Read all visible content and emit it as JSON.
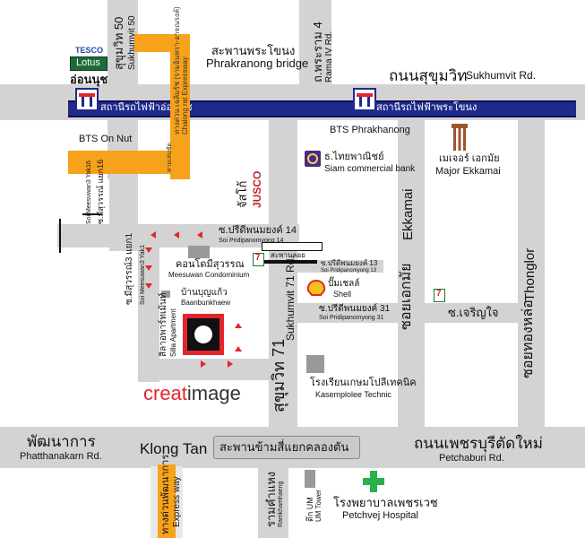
{
  "brand": {
    "tesco": "TESCO",
    "lotus": "Lotus",
    "onnut_th": "อ่อนนุช"
  },
  "roads": {
    "sukhumvit50_th": "สุขุมวิท 50",
    "sukhumvit50_en": "Sukhumvit 50",
    "rama4_th": "ถ.พระราม 4",
    "rama4_en": "Rama IV Rd.",
    "sukhumvit_rd_th": "ถนนสุขุมวิท",
    "sukhumvit_rd_en": "Sukhumvit Rd.",
    "meesuwan_th": "ซ.มีสุวรรณ์ แยก16",
    "meesuwan_en": "Soi Meesuwan3 Yak16",
    "meesuwan1_th": "ซ.มีสุวรรณ์3 แยก1",
    "meesuwan1_en": "Soi Meesuwan3 Yak1",
    "pridi14_th": "ซ.ปรีดีพนมยงค์ 14",
    "pridi14_en": "Soi Pridipanomyong 14",
    "pridi13_th": "ซ.ปรีดีพนมยงค์ 13",
    "pridi13_en": "Soi Pridipanomyong 13",
    "pridi31_th": "ซ.ปรีดีพนมยงค์ 31",
    "pridi31_en": "Soi Pridipanomyong 31",
    "sukhumvit71_th": "สุขุมวิท 71",
    "sukhumvit71_en": "Sukhumvit 71 Rd.",
    "ekkamai_th": "ซอยเอกมัย",
    "ekkamai_en": "Ekkamai",
    "thonglor_th": "ซอยทองหล่อ",
    "thonglor_en": "Thonglor",
    "charoenjai_th": "ซ.เจริญใจ",
    "phatthanakarn_th": "พัฒนาการ",
    "phatthanakarn_en": "Phatthanakarn Rd.",
    "klongtan_en": "Klong Tan",
    "klongtan_bridge_th": "สะพานข้ามสี่แยกคลองตัน",
    "petchaburi_th": "ถนนเพชรบุรีตัดใหม่",
    "petchaburi_en": "Petchaburi Rd.",
    "ramkhamhaeng_th": "รามคำแหง",
    "ramkhamhaeng_en": "Ramkhamhaeng",
    "express_th": "ทางด่วนพัฒนาการ",
    "express_en": "Express way",
    "chalong_th": "ทางด่วน เฉลิมรัช (รามอินทรา-อาจณรงค์)",
    "chalong_en": "Chalong rat Expressway",
    "rampa_th": "สายเล่นชัด"
  },
  "places": {
    "phrakanong_bridge_th": "สะพานพระโขนง",
    "phrakanong_bridge_en": "Phrakranong bridge",
    "bts_onnut_station_th": "สถานีรถไฟฟ้าอ่อนนุช",
    "bts_phrakanong_station_th": "สถานีรถไฟฟ้าพระโขนง",
    "bts_onnut": "BTS On Nut",
    "bts_phrakanong": "BTS Phrakhanong",
    "scb_th": "ธ.ไทยพาณิชย์",
    "scb_en": "Siam commercial bank",
    "ekkamai_major_th": "เมเจอร์ เอกมัย",
    "ekkamai_major_en": "Major Ekkamai",
    "jusco_th": "จัสโก้",
    "jusco_en": "JUSCO",
    "meesuwan_condo_th": "คอนโดมีสุวรรณ",
    "meesuwan_condo_en": "Meesuwan Condominium",
    "shell_th": "ปั๊มเชลล์",
    "shell_en": "Shell",
    "baanbunkhaew_th": "บ้านบุญแก้ว",
    "baanbunkhaew_en": "Baanbunkhaew",
    "silla_th": "สิลาอพาร์ทเม้นท์",
    "silla_en": "Silla Apartment",
    "kasemplolee_th": "โรงเรียนเกษมโปลีเทคนิค",
    "kasemplolee_en": "Kasemplolee Technic",
    "um_tower_th": "ตึก UM",
    "um_tower_en": "UM Tower",
    "petchvej_th": "โรงพยาบาลเพชรเวช",
    "petchvej_en": "Petchvej Hospital",
    "bridge_small_th": "สะพานลอย",
    "seven_eleven": "7"
  },
  "logo": {
    "part1": "creat",
    "part2": "image"
  },
  "colors": {
    "bts": "#1f2a8a",
    "orange": "#f7a21b",
    "road": "#d3d3d3",
    "hospital": "#27b34a",
    "arrow": "#e3262b",
    "creat": "#e3262b",
    "image": "#333333"
  }
}
